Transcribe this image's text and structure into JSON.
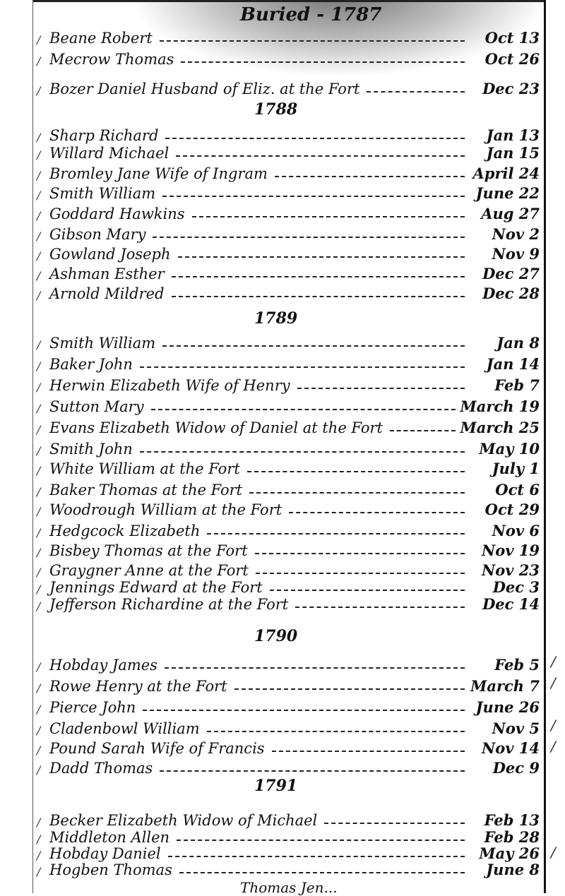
{
  "header": "Buried - 1787",
  "sections": [
    {
      "year": "1787",
      "entries": [
        {
          "name": "Beane Robert",
          "date": "Oct 13"
        },
        {
          "name": "Mecrow Thomas",
          "date": "Oct 26"
        },
        {
          "name": "Bozer Daniel Husband of Eliz. at the Fort",
          "date": "Dec 23"
        }
      ]
    },
    {
      "year": "1788",
      "entries": [
        {
          "name": "Sharp Richard",
          "date": "Jan 13"
        },
        {
          "name": "Willard Michael",
          "date": "Jan 15"
        },
        {
          "name": "Bromley Jane Wife of Ingram",
          "date": "April 24"
        },
        {
          "name": "Smith William",
          "date": "June 22"
        },
        {
          "name": "Goddard Hawkins",
          "date": "Aug 27"
        },
        {
          "name": "Gibson Mary",
          "date": "Nov 2"
        },
        {
          "name": "Gowland Joseph",
          "date": "Nov 9"
        },
        {
          "name": "Ashman Esther",
          "date": "Dec 27"
        },
        {
          "name": "Arnold Mildred",
          "date": "Dec 28"
        }
      ]
    },
    {
      "year": "1789",
      "entries": [
        {
          "name": "Smith William",
          "date": "Jan 8"
        },
        {
          "name": "Baker John",
          "date": "Jan 14"
        },
        {
          "name": "Herwin Elizabeth Wife of Henry",
          "date": "Feb 7"
        },
        {
          "name": "Sutton Mary",
          "date": "March 19"
        },
        {
          "name": "Evans Elizabeth Widow of Daniel at the Fort",
          "date": "March 25"
        },
        {
          "name": "Smith John",
          "date": "May 10"
        },
        {
          "name": "White William at the Fort",
          "date": "July 1"
        },
        {
          "name": "Baker Thomas at the Fort",
          "date": "Oct 6"
        },
        {
          "name": "Woodrough William at the Fort",
          "date": "Oct 29"
        },
        {
          "name": "Hedgcock Elizabeth",
          "date": "Nov 6"
        },
        {
          "name": "Bisbey Thomas at the Fort",
          "date": "Nov 19"
        },
        {
          "name": "Graygner Anne at the Fort",
          "date": "Nov 23"
        },
        {
          "name": "Jennings Edward at the Fort",
          "date": "Dec 3"
        },
        {
          "name": "Jefferson Richardine at the Fort",
          "date": "Dec 14"
        }
      ]
    },
    {
      "year": "1790",
      "entries": [
        {
          "name": "Hobday James",
          "date": "Feb 5"
        },
        {
          "name": "Rowe Henry at the Fort",
          "date": "March 7"
        },
        {
          "name": "Pierce John",
          "date": "June 26"
        },
        {
          "name": "Cladenbowl William",
          "date": "Nov 5"
        },
        {
          "name": "Pound Sarah Wife of Francis",
          "date": "Nov 14"
        },
        {
          "name": "Dadd Thomas",
          "date": "Dec 9"
        }
      ]
    },
    {
      "year": "1791",
      "entries": [
        {
          "name": "Becker Elizabeth Widow of Michael",
          "date": "Feb 13"
        },
        {
          "name": "Middleton Allen",
          "date": "Feb 28"
        },
        {
          "name": "Hobday Daniel",
          "date": "May 26"
        },
        {
          "name": "Hogben Thomas",
          "date": "June 8"
        }
      ]
    }
  ],
  "partial_line": "Thomas Jen..."
}
